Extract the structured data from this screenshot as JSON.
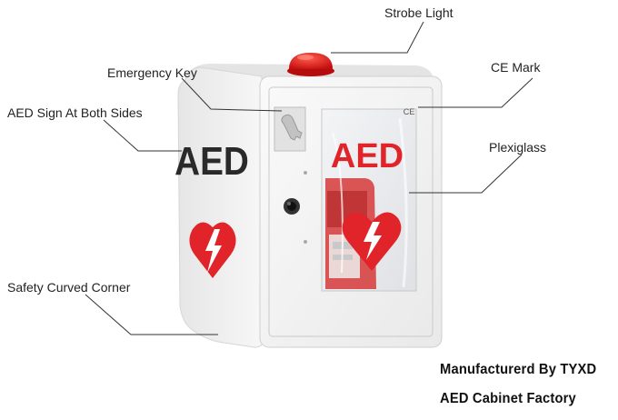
{
  "labels": {
    "strobe_light": "Strobe Light",
    "emergency_key": "Emergency Key",
    "ce_mark": "CE Mark",
    "aed_sign": "AED Sign At Both Sides",
    "plexiglass": "Plexiglass",
    "safety_corner": "Safety Curved Corner"
  },
  "cabinet": {
    "side_text": "AED",
    "front_text": "AED",
    "ce_symbol": "CE"
  },
  "footer": {
    "line1": "Manufacturerd By TYXD",
    "line2": "AED Cabinet Factory"
  },
  "colors": {
    "aed_red": "#e0242a",
    "cabinet_white": "#f2f2f2",
    "strobe": "#e01818"
  }
}
